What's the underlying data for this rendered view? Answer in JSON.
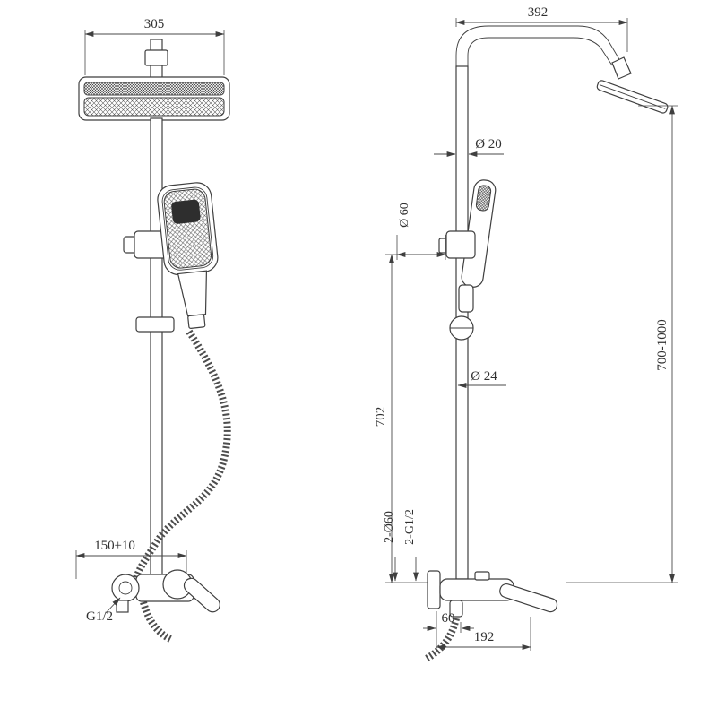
{
  "page": {
    "background": "#ffffff",
    "line_color": "#3f3f3f",
    "subject": "shower-system-technical-drawing"
  },
  "drawing": {
    "front": {
      "dim_head_width": "305",
      "dim_inlet_spacing": "150±10",
      "label_inlet_thread": "G1/2"
    },
    "side": {
      "dim_arm_reach": "392",
      "label_pipe_diameter": "Ø 20",
      "label_holder_diameter": "Ø 60",
      "dim_column_height": "702",
      "dim_height_range": "700-1000",
      "label_slider_diameter": "Ø 24",
      "label_outlet_count_diameter": "2-Ø60",
      "label_outlet_count_thread": "2-G1/2",
      "dim_outlet_offset": "60",
      "dim_spout_reach": "192"
    }
  }
}
